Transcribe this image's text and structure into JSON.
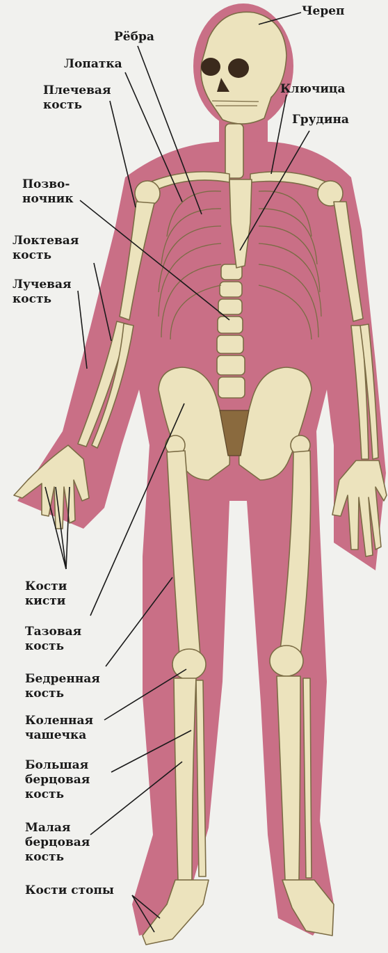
{
  "figure": "human-skeleton",
  "colors": {
    "background": "#f1f1ee",
    "body": "#c96f86",
    "bone": "#ece3bd",
    "bone_outline": "#7b6c45",
    "text": "#1a1a1a"
  },
  "labels": {
    "cherep": "Череп",
    "rebra": "Рёбра",
    "lopatka": "Лопатка",
    "plechevaya": "Плечевая\nкость",
    "klyuchitsa": "Ключица",
    "grudina": "Грудина",
    "pozvonochnik": "Позво-\nночник",
    "loktevaya": "Локтевая\nкость",
    "luchevaya": "Лучевая\nкость",
    "kosti_kisti": "Кости\nкисти",
    "tazovaya": "Тазовая\nкость",
    "bedrennaya": "Бедренная\nкость",
    "kolennaya": "Коленная\nчашечка",
    "bolshaya_bertsovaya": "Большая\nберцовая\nкость",
    "malaya_bertsovaya": "Малая\nберцовая\nкость",
    "kosti_stopy": "Кости стопы"
  }
}
